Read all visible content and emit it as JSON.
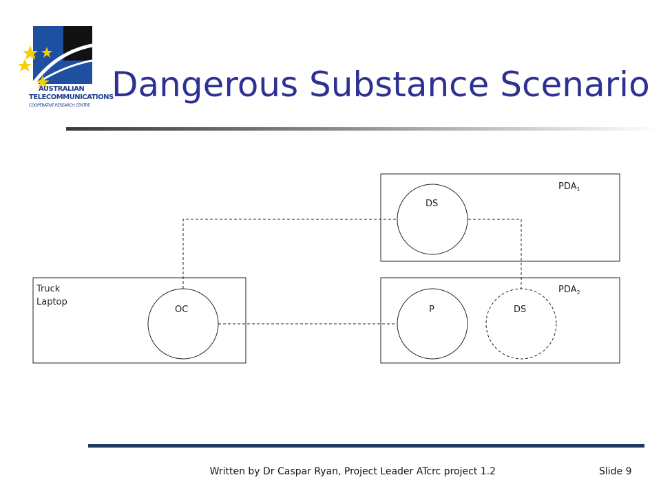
{
  "logo": {
    "line1": "AUSTRALIAN",
    "line2": "TELECOMMUNICATIONS",
    "line3": "COOPERATIVE RESEARCH CENTRE"
  },
  "title": "Dangerous Substance Scenario",
  "diagram": {
    "pda1": {
      "label": "PDA",
      "subscript": "1",
      "node": "DS"
    },
    "pda2": {
      "label": "PDA",
      "subscript": "2",
      "node_p": "P",
      "node_ds": "DS"
    },
    "truck": {
      "label_line1": "Truck",
      "label_line2": "Laptop",
      "node": "OC"
    }
  },
  "footer": {
    "text": "Written by Dr Caspar Ryan, Project Leader ATcrc project 1.2",
    "slide": "Slide 9"
  },
  "colors": {
    "title": "#2e3192",
    "footer_rule": "#1e3a60",
    "logo_blue": "#1f4fa0",
    "logo_star": "#f5d000"
  }
}
